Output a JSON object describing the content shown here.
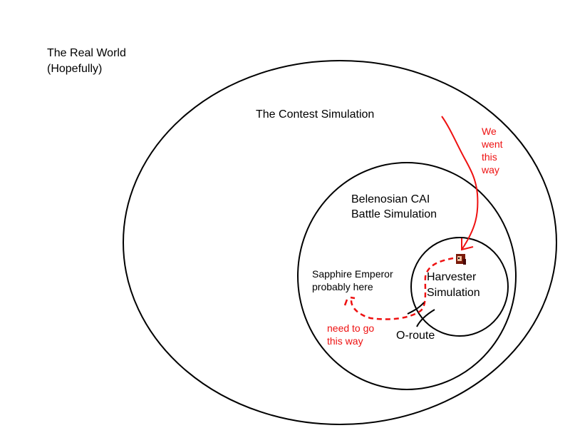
{
  "labels": {
    "real_world_line1": "The Real World",
    "real_world_line2": "(Hopefully)",
    "contest": "The Contest Simulation",
    "belenosian_line1": "Belenosian CAI",
    "belenosian_line2": "Battle Simulation",
    "harvester_line1": "Harvester",
    "harvester_line2": "Simulation",
    "sapphire_line1": "Sapphire Emperor",
    "sapphire_line2": "probably here",
    "oroute": "O-route",
    "went_line1": "We",
    "went_line2": "went",
    "went_line3": "this",
    "went_line4": "way",
    "need_line1": "need to go",
    "need_line2": "this way"
  },
  "colors": {
    "outline": "#000000",
    "annotation": "#ee1111",
    "character_hair": "#7a1a0a",
    "character_skin": "#f0c0a0"
  },
  "icons": {
    "character": "character-sprite-icon"
  }
}
